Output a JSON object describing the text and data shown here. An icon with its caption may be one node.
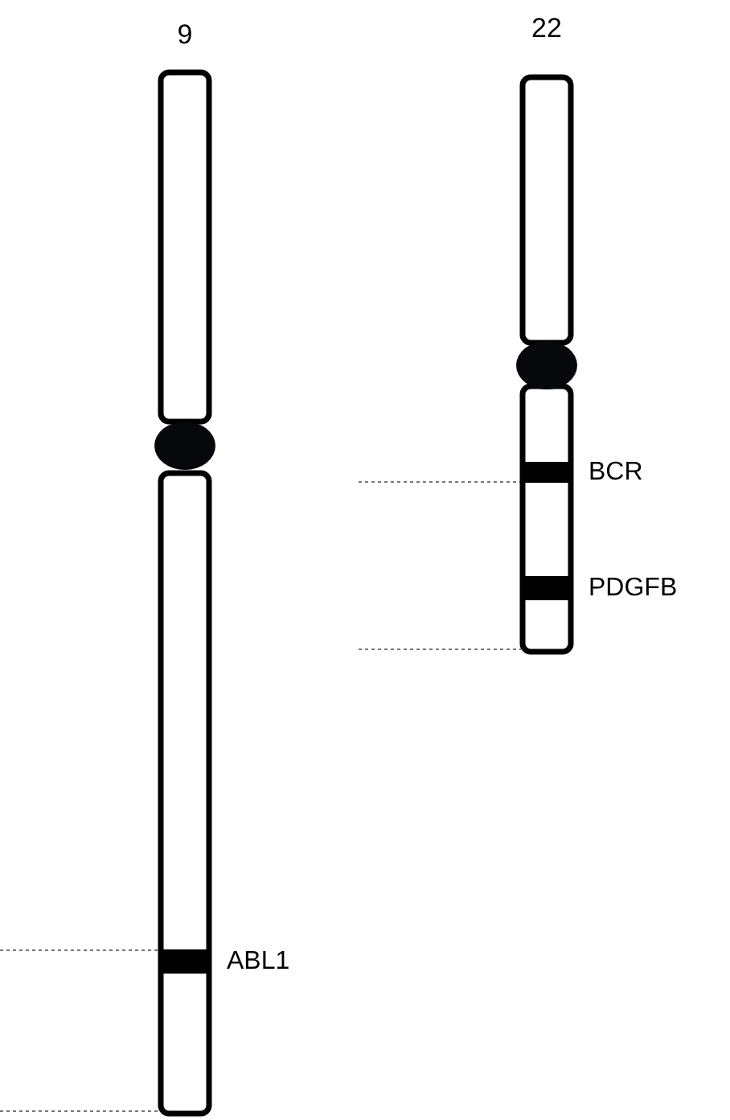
{
  "diagram": {
    "nodes": [
      {
        "text": [
          "9"
        ]
      },
      {
        "text": [
          "22"
        ]
      },
      {
        "text": [],
        "shape": "bar",
        "in": 0,
        "beside": [
          "ABL1"
        ]
      },
      {
        "text": [],
        "shape": "bar",
        "in": 1,
        "beside": [
          "BCR"
        ]
      },
      {
        "text": [],
        "shape": "bar",
        "in": 1,
        "beside": [
          "PDGFB"
        ]
      }
    ]
  }
}
